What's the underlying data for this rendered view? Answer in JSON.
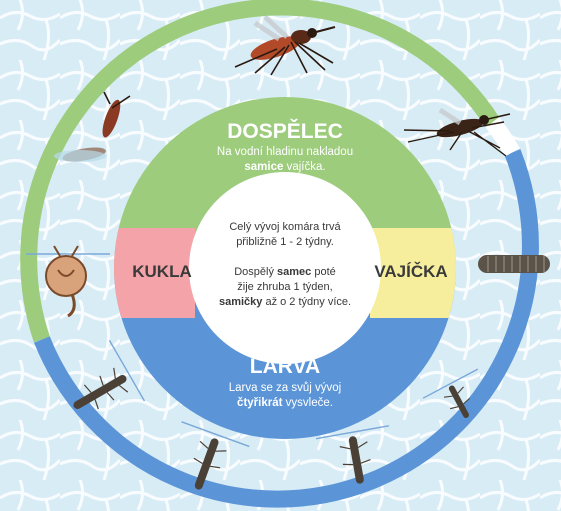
{
  "colors": {
    "background_water": "#d8ecf6",
    "adult_green": "#9ccc7c",
    "larva_blue": "#5b95d8",
    "pupa_pink": "#f4a3a8",
    "eggs_yellow": "#f6ee9c",
    "center_white": "#ffffff",
    "text_dark": "#3a3a3a"
  },
  "stages": {
    "adult": {
      "title": "DOSPĚLEC",
      "desc_line1": "Na vodní hladinu nakladou",
      "desc_bold": "samice",
      "desc_rest": " vajíčka."
    },
    "larva": {
      "title": "LARVA",
      "desc_line1": "Larva se za svůj vývoj",
      "desc_bold": "čtyřikrát",
      "desc_rest": " vysvleče."
    },
    "pupa": {
      "title": "KUKLA"
    },
    "eggs": {
      "title": "VAJÍČKA"
    }
  },
  "center": {
    "p1_line1": "Celý vývoj komára trvá",
    "p1_line2": "přibližně 1 - 2 týdny.",
    "p2_line1_a": "Dospělý ",
    "p2_line1_bold": "samec",
    "p2_line1_b": " poté",
    "p2_line2": "žije zhruba 1 týden,",
    "p2_line3_bold": "samičky",
    "p2_line3_rest": " až o 2 týdny více."
  },
  "illustrations": [
    {
      "icon": "adult-mosquito-icon",
      "stage": "adult"
    },
    {
      "icon": "emerging-mosquito-icon",
      "stage": "adult"
    },
    {
      "icon": "egg-raft-icon",
      "stage": "eggs"
    },
    {
      "icon": "larva-icon",
      "stage": "larva"
    },
    {
      "icon": "pupa-icon",
      "stage": "pupa"
    }
  ]
}
